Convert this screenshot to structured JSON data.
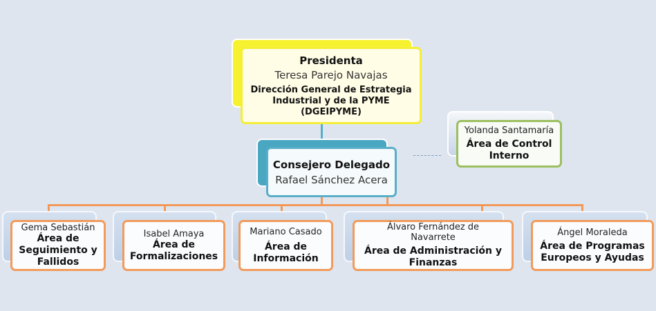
{
  "presidenta": {
    "role": "Presidenta",
    "name": "Teresa Parejo Navajas",
    "org": "Dirección General de Estrategia Industrial y de la PYME (DGEIPYME)"
  },
  "consejero": {
    "role": "Consejero Delegado",
    "name": "Rafael Sánchez Acera"
  },
  "control": {
    "name": "Yolanda Santamaría",
    "area": "Área de Control Interno"
  },
  "areas": [
    {
      "name": "Gema Sebastián",
      "area": "Área de Seguimiento y Fallidos"
    },
    {
      "name": "Isabel Amaya",
      "area": "Área de Formalizaciones"
    },
    {
      "name": "Mariano Casado",
      "area": "Área de Información"
    },
    {
      "name": "Álvaro Fernández de Navarrete",
      "area": "Área de Administración y Finanzas"
    },
    {
      "name": "Ángel Moraleda",
      "area": "Área de Programas Europeos y Ayudas"
    }
  ],
  "colors": {
    "background": "#dee5ef",
    "yellow": "#f4ee35",
    "teal": "#58aec8",
    "green": "#9bbf5e",
    "orange": "#f29a5a"
  }
}
